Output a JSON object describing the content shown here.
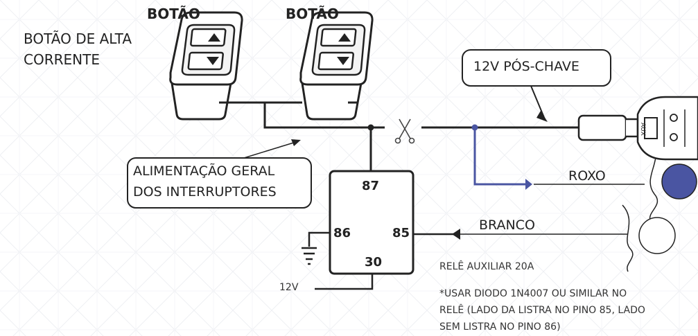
{
  "switches": {
    "label_left": "BOTÃO",
    "label_right": "BOTÃO"
  },
  "high_current_label": {
    "line1": "BOTÃO DE ALTA",
    "line2": "CORRENTE"
  },
  "ignition_callout": "12V PÓS-CHAVE",
  "supply_callout": {
    "line1": "ALIMENTAÇÃO GERAL",
    "line2": "DOS INTERRUPTORES"
  },
  "relay": {
    "pin_87": "87",
    "pin_86": "86",
    "pin_85": "85",
    "pin_30": "30",
    "supply_label": "12V",
    "caption": "RELÊ AUXILIAR 20A"
  },
  "wires": {
    "purple_label": "ROXO",
    "white_label": "BRANCO",
    "purple_color": "#4a55a2",
    "white_color": "#ffffff"
  },
  "connector": {
    "aux_label": "AUX"
  },
  "note": {
    "line1": "*USAR DIODO 1N4007 OU SIMILAR NO",
    "line2": "RELÊ (LADO DA LISTRA NO PINO 85, LADO",
    "line3": "SEM LISTRA NO PINO 86)"
  }
}
